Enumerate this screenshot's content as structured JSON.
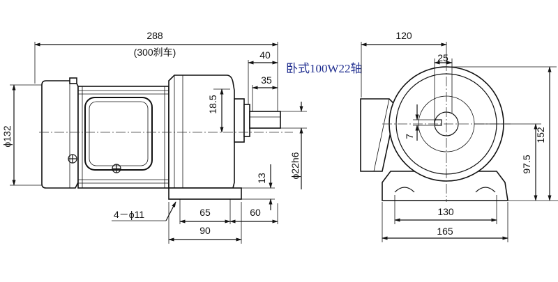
{
  "drawing": {
    "title": "卧式100W22轴",
    "side_view": {
      "total_length": "288",
      "brake_length": "(300刹车)",
      "shaft_length_40": "40",
      "shaft_length_35": "35",
      "height_18_5": "18.5",
      "motor_diameter": "ϕ132",
      "shaft_diameter": "ϕ22h6",
      "base_thickness": "13",
      "holes": "4－ϕ11",
      "base_65": "65",
      "base_60": "60",
      "base_90": "90"
    },
    "front_view": {
      "width_120": "120",
      "width_25": "25",
      "key_7": "7",
      "center_height": "97.5",
      "total_height": "152",
      "base_130": "130",
      "base_165": "165"
    }
  }
}
